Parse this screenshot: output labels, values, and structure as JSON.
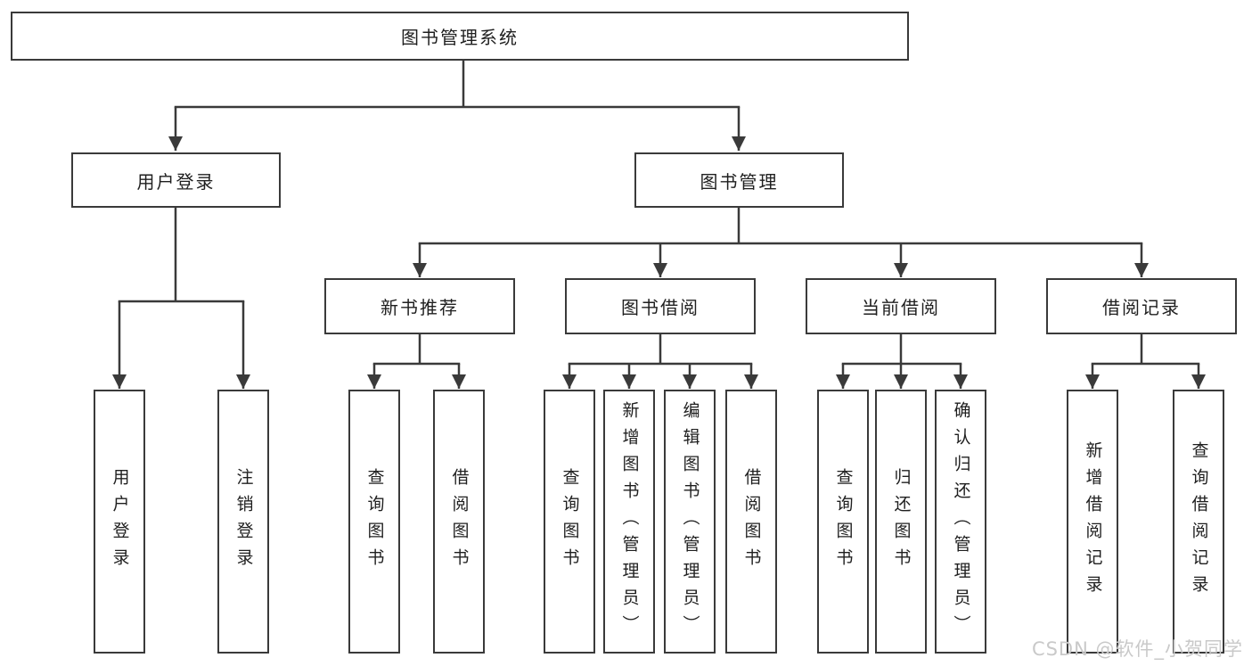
{
  "root_label": "图书管理系统",
  "tree": {
    "user_login": {
      "label": "用户登录",
      "children": [
        "用户登录",
        "注销登录"
      ]
    },
    "book_mgmt": {
      "label": "图书管理",
      "groups": [
        {
          "label": "新书推荐",
          "children": [
            "查询图书",
            "借阅图书"
          ]
        },
        {
          "label": "图书借阅",
          "children": [
            "查询图书",
            "新增图书（管理员）",
            "编辑图书（管理员）",
            "借阅图书"
          ]
        },
        {
          "label": "当前借阅",
          "children": [
            "查询图书",
            "归还图书",
            "确认归还（管理员）"
          ]
        },
        {
          "label": "借阅记录",
          "children": [
            "新增借阅记录",
            "查询借阅记录"
          ]
        }
      ]
    }
  },
  "watermark": "CSDN @软件_小贺同学",
  "colors": {
    "line": "#3a3a3a",
    "text": "#1f1f1f",
    "watermark": "#c9c9c9",
    "background": "#ffffff"
  }
}
